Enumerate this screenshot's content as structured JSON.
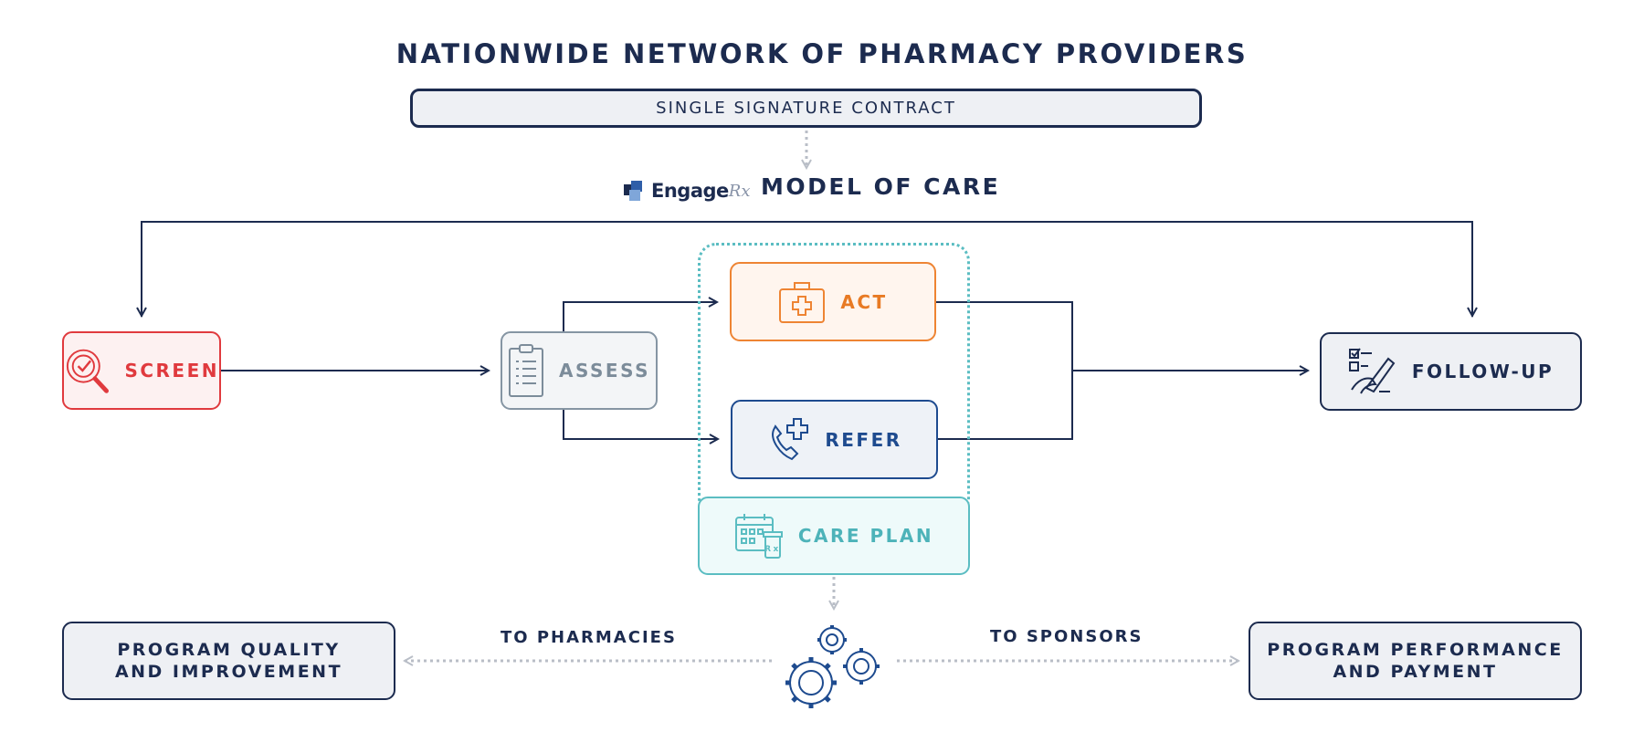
{
  "title": "NATIONWIDE NETWORK OF PHARMACY PROVIDERS",
  "contract_label": "SINGLE SIGNATURE CONTRACT",
  "logo": {
    "text": "Engage",
    "rx": "Rx"
  },
  "model_title": "MODEL OF CARE",
  "steps": {
    "screen": "SCREEN",
    "assess": "ASSESS",
    "act": "ACT",
    "refer": "REFER",
    "care_plan": "CARE PLAN",
    "follow_up": "FOLLOW-UP"
  },
  "outputs": {
    "to_pharmacies": "TO PHARMACIES",
    "to_sponsors": "TO SPONSORS",
    "quality_line1": "PROGRAM QUALITY",
    "quality_line2": "AND IMPROVEMENT",
    "performance_line1": "PROGRAM PERFORMANCE",
    "performance_line2": "AND PAYMENT"
  },
  "colors": {
    "navy": "#1c2b4f",
    "screen_red": "#e03a3e",
    "act_orange": "#ee8433",
    "refer_blue": "#1e4b8f",
    "careplan_teal": "#5bbdc2",
    "assess_gray": "#8595a3",
    "dotted_gray": "#b9bec7"
  },
  "icons": {
    "screen": "magnifier-check-icon",
    "assess": "clipboard-list-icon",
    "act": "medical-kit-icon",
    "refer": "phone-plus-icon",
    "care_plan": "calendar-rx-icon",
    "follow_up": "checklist-hand-icon",
    "hub": "gears-icon"
  }
}
